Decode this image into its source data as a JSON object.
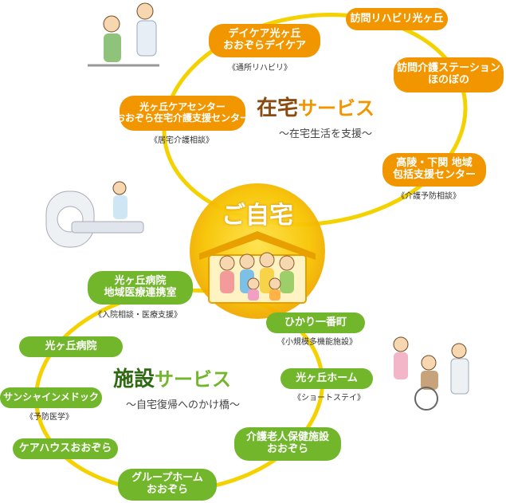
{
  "center": {
    "label": "ご自宅"
  },
  "home_services": {
    "title_a": "在宅",
    "title_b": "サービス",
    "subtitle": "〜在宅生活を支援〜",
    "items": [
      {
        "line1": "デイケア光ヶ丘",
        "line2": "おおぞらデイケア",
        "caption": "《通所リハビリ》"
      },
      {
        "line1": "訪問リハビリ光ヶ丘",
        "line2": "",
        "caption": ""
      },
      {
        "line1": "訪問介護ステーション",
        "line2": "ほのぼの",
        "caption": ""
      },
      {
        "line1": "光ヶ丘ケアセンター",
        "line2": "おおぞら在宅介護支援センター",
        "caption": "《居宅介護相談》"
      },
      {
        "line1": "高陵・下関 地域",
        "line2": "包括支援センター",
        "caption": "《介護予防相談》"
      }
    ]
  },
  "facility_services": {
    "title_a": "施設",
    "title_b": "サービス",
    "subtitle": "〜自宅復帰へのかけ橋〜",
    "items": [
      {
        "line1": "光ヶ丘病院",
        "line2": "地域医療連携室",
        "caption": "《入院相談・医療支援》"
      },
      {
        "line1": "ひかり一番町",
        "line2": "",
        "caption": "《小規模多機能施設》"
      },
      {
        "line1": "光ヶ丘病院",
        "line2": "",
        "caption": ""
      },
      {
        "line1": "光ヶ丘ホーム",
        "line2": "",
        "caption": "《ショートステイ》"
      },
      {
        "line1": "サンシャインメドック",
        "line2": "",
        "caption": "《予防医学》"
      },
      {
        "line1": "介護老人保健施設",
        "line2": "おおぞら",
        "caption": ""
      },
      {
        "line1": "ケアハウスおおぞら",
        "line2": "",
        "caption": ""
      },
      {
        "line1": "グループホーム",
        "line2": "おおぞら",
        "caption": ""
      }
    ]
  },
  "colors": {
    "orange": "#f29600",
    "green": "#72b62c",
    "ring_yellow": "#f4d200",
    "center_glow": "#f7c400"
  }
}
